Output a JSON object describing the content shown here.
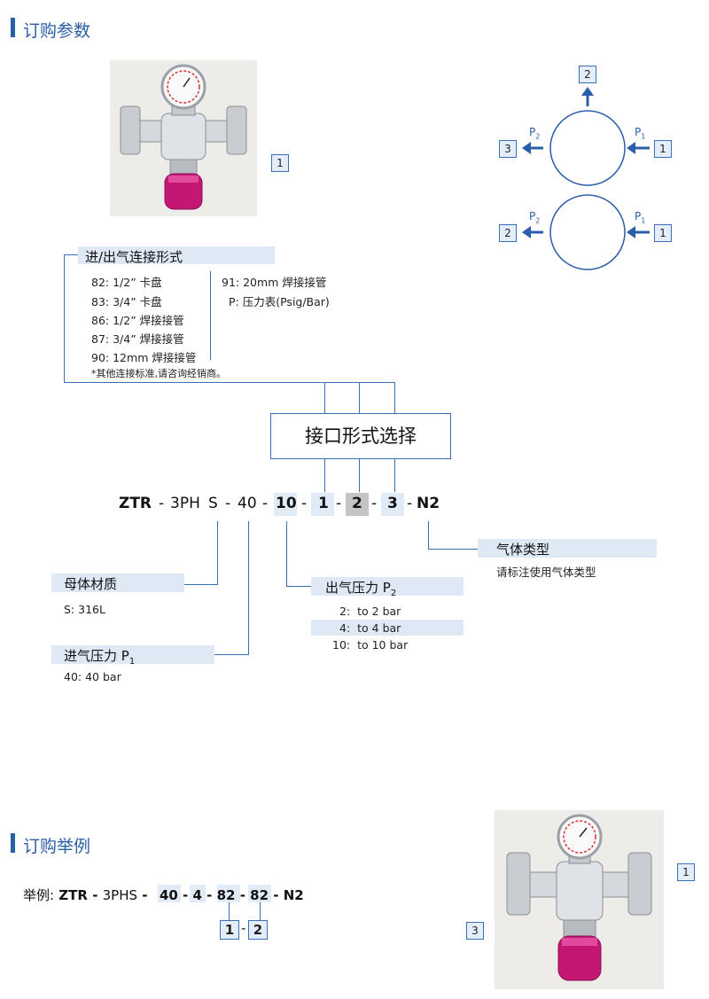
{
  "sections": {
    "order_params": "订购参数",
    "order_example": "订购举例"
  },
  "diagram": {
    "port_labels": {
      "in": "1",
      "out_top": "2",
      "gauge": "3",
      "out_left2": "2",
      "in2": "1",
      "photo_port": "1"
    },
    "p1": "P",
    "p1_sub": "1",
    "p2": "P",
    "p2_sub": "2"
  },
  "connection": {
    "title": "进/出气连接形式",
    "left_options": [
      {
        "code": "82:",
        "text": "1/2” 卡盘"
      },
      {
        "code": "83:",
        "text": "3/4” 卡盘"
      },
      {
        "code": "86:",
        "text": "1/2” 焊接接管"
      },
      {
        "code": "87:",
        "text": "3/4” 焊接接管"
      },
      {
        "code": "90:",
        "text": "12mm 焊接接管"
      }
    ],
    "right_options": [
      {
        "code": "91:",
        "text": "20mm 焊接接管"
      },
      {
        "code": "P:",
        "text": "压力表(Psig/Bar)"
      }
    ],
    "note": "*其他连接标准,请咨询经销商。"
  },
  "port_select": "接口形式选择",
  "model_code": {
    "parts": [
      "ZTR",
      "3PH",
      "S",
      "40",
      "10",
      "1",
      "2",
      "3",
      "N2"
    ]
  },
  "gas_type": {
    "title": "气体类型",
    "note": "请标注使用气体类型"
  },
  "body_material": {
    "title": "母体材质",
    "option": "S:  316L"
  },
  "outlet_pressure": {
    "title": "出气压力",
    "sym": "P",
    "sub": "2",
    "options": [
      {
        "code": "2:",
        "text": "to 2 bar"
      },
      {
        "code": "4:",
        "text": "to 4 bar"
      },
      {
        "code": "10:",
        "text": "to 10 bar"
      }
    ]
  },
  "inlet_pressure": {
    "title": "进气压力",
    "sym": "P",
    "sub": "1",
    "option": "40:   40 bar"
  },
  "example": {
    "prefix": "举例:",
    "model": "ZTR",
    "series": "3PHS",
    "p1": "40",
    "p2": "4",
    "c1": "82",
    "c2": "82",
    "gas": "N2",
    "sub_left": "1",
    "sub_right": "2",
    "photo_port_right": "1",
    "photo_port_left": "3"
  }
}
